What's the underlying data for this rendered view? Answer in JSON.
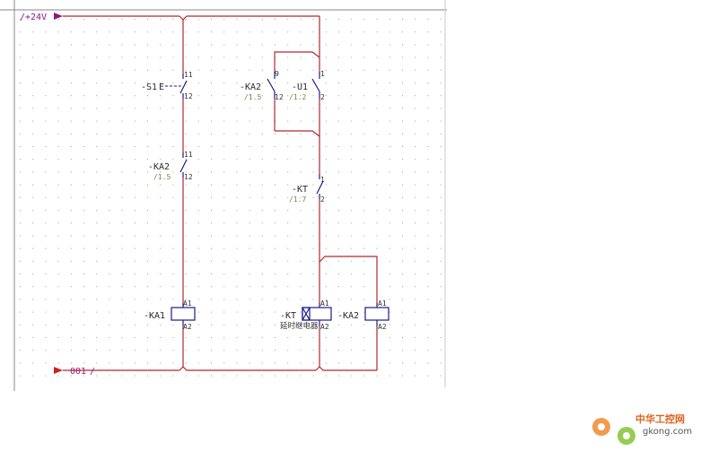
{
  "nets": {
    "top": "+24V",
    "bottom": "001"
  },
  "components": {
    "s1": {
      "tag": "-S1",
      "mark": "E",
      "pin_top": "11",
      "pin_bottom": "12"
    },
    "ka2_left": {
      "tag": "-KA2",
      "ref": "/1.5",
      "pin_top": "11",
      "pin_bottom": "12"
    },
    "ka2_par": {
      "tag": "-KA2",
      "ref": "/1.5",
      "pin_top": "9",
      "pin_bottom": "12"
    },
    "u1": {
      "tag": "-U1",
      "ref": "/1.2",
      "pin_top": "1",
      "pin_bottom": "2"
    },
    "kt_contact": {
      "tag": "-KT",
      "ref": "/1.7",
      "pin_top": "1",
      "pin_bottom": "2"
    },
    "ka1_coil": {
      "tag": "-KA1",
      "pin_top": "A1",
      "pin_bottom": "A2"
    },
    "kt_coil": {
      "tag": "-KT",
      "desc": "延时继电器",
      "pin_top": "A1",
      "pin_bottom": "A2"
    },
    "ka2_coil": {
      "tag": "-KA2",
      "pin_top": "A1",
      "pin_bottom": "A2"
    }
  },
  "watermark": {
    "cn": "中华工控网",
    "en": "gkong.com"
  },
  "colors": {
    "wire": "#b0282e",
    "symbol": "#1a1a8a",
    "net_arrow": "#8a1a8a",
    "grid_dot": "#9a9a9a"
  }
}
